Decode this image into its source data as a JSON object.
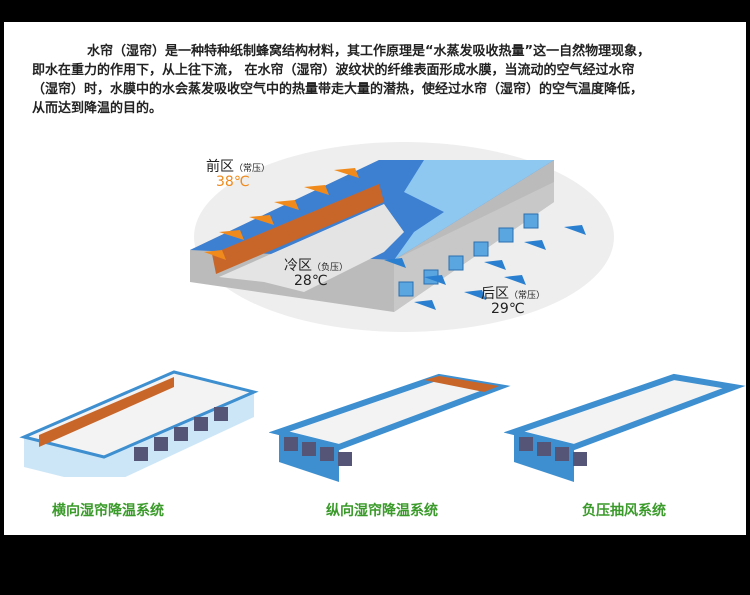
{
  "intro": {
    "lines": [
      "水帘（湿帘）是一种特种纸制蜂窝结构材料，其工作原理是“水蒸发吸收热量”这一自然物理现象，",
      "即水在重力的作用下，从上往下流， 在水帘（湿帘）波纹状的纤维表面形成水膜，当流动的空气经过水帘",
      "（湿帘）时，水膜中的水会蒸发吸收空气中的热量带走大量的潜热，使经过水帘（湿帘）的空气温度降低，",
      "从而达到降温的目的。"
    ]
  },
  "main_diagram": {
    "front_zone": {
      "name": "前区",
      "pressure": "（常压）",
      "temp": "38℃"
    },
    "cold_zone": {
      "name": "冷区",
      "pressure": "（负压）",
      "temp": "28℃"
    },
    "rear_zone": {
      "name": "后区",
      "pressure": "（常压）",
      "temp": "29℃"
    }
  },
  "systems": [
    {
      "caption": "横向湿帘降温系统"
    },
    {
      "caption": "纵向湿帘降温系统"
    },
    {
      "caption": "负压抽风系统"
    }
  ],
  "colors": {
    "warm_arrow": "#f08a1c",
    "cool_arrow": "#2a7fd0",
    "caption": "#3a9a2a",
    "pad": "#c8662a"
  }
}
